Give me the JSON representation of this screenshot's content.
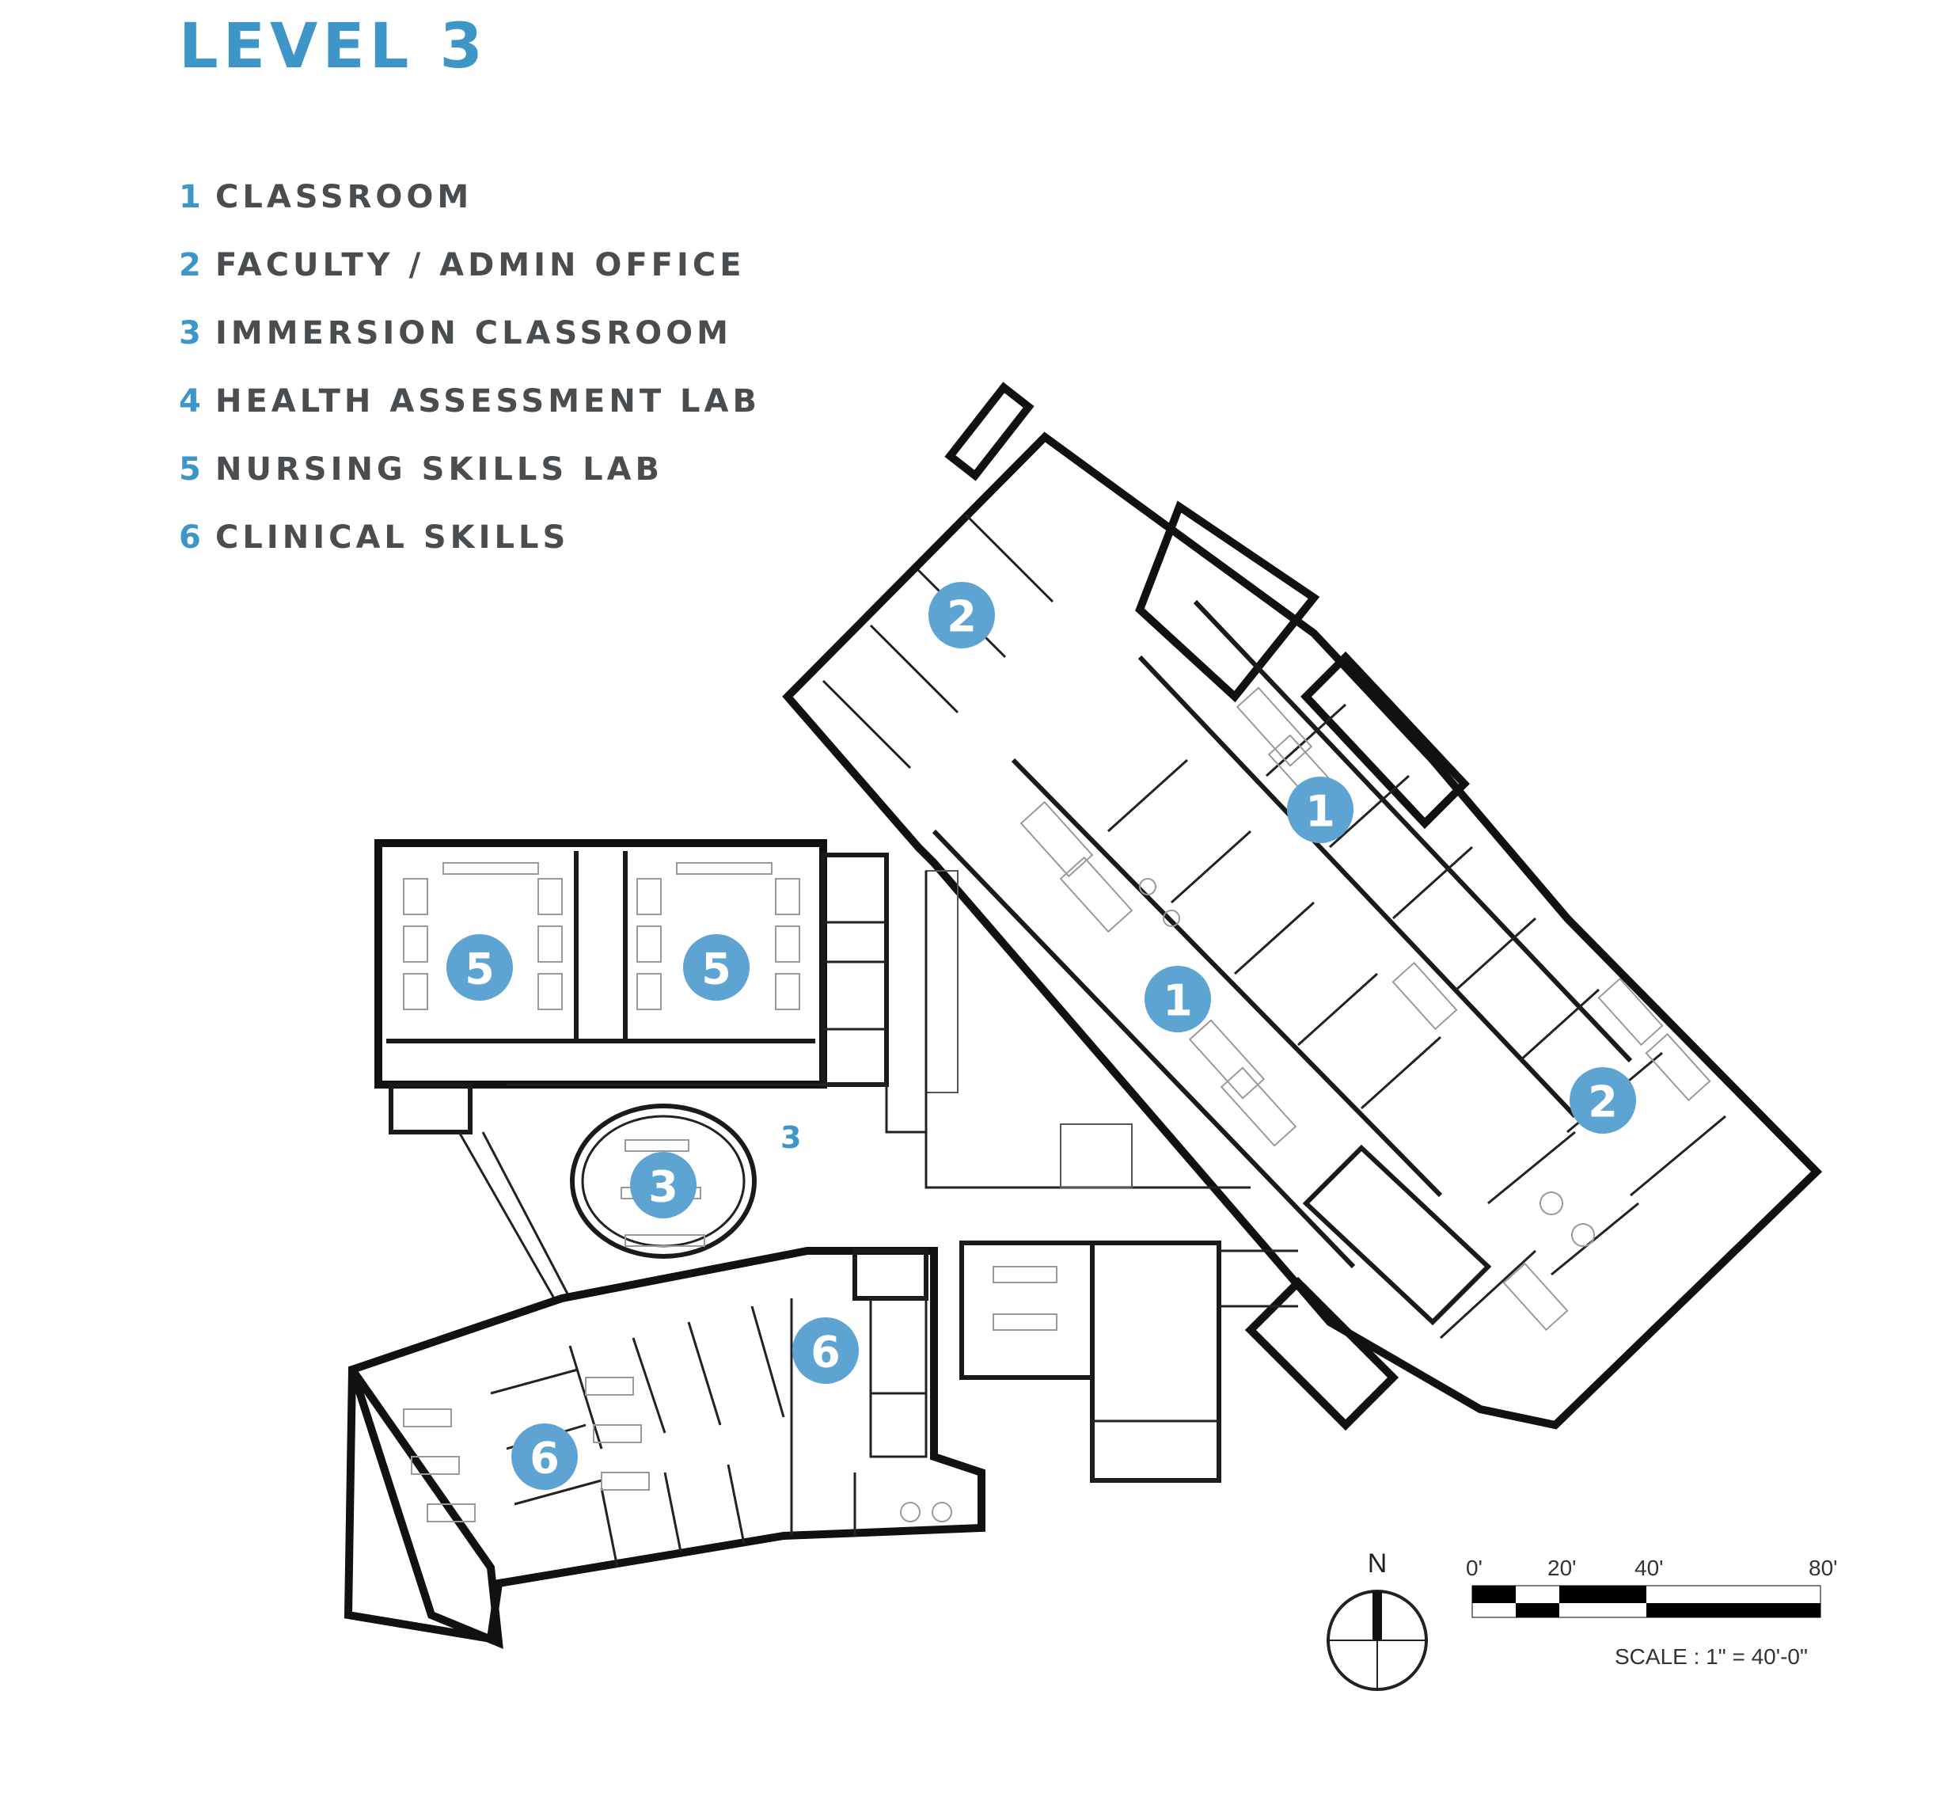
{
  "title": "LEVEL 3",
  "legend": [
    {
      "number": "1",
      "label": "CLASSROOM"
    },
    {
      "number": "2",
      "label": "FACULTY / ADMIN OFFICE"
    },
    {
      "number": "3",
      "label": "IMMERSION CLASSROOM"
    },
    {
      "number": "4",
      "label": "HEALTH ASSESSMENT LAB"
    },
    {
      "number": "5",
      "label": "NURSING SKILLS LAB"
    },
    {
      "number": "6",
      "label": "CLINICAL SKILLS"
    }
  ],
  "room_markers": [
    "2",
    "1",
    "1",
    "2",
    "5",
    "5",
    "3",
    "6",
    "6"
  ],
  "loose_label": "3",
  "north_label": "N",
  "scale_ticks": [
    "0'",
    "20'",
    "40'",
    "80'"
  ],
  "scale_note": "SCALE : 1\" = 40'-0\"",
  "colors": {
    "accent": "#3d95c8",
    "marker_fill": "#5ea4d2",
    "legend_text": "#4a4d50"
  }
}
